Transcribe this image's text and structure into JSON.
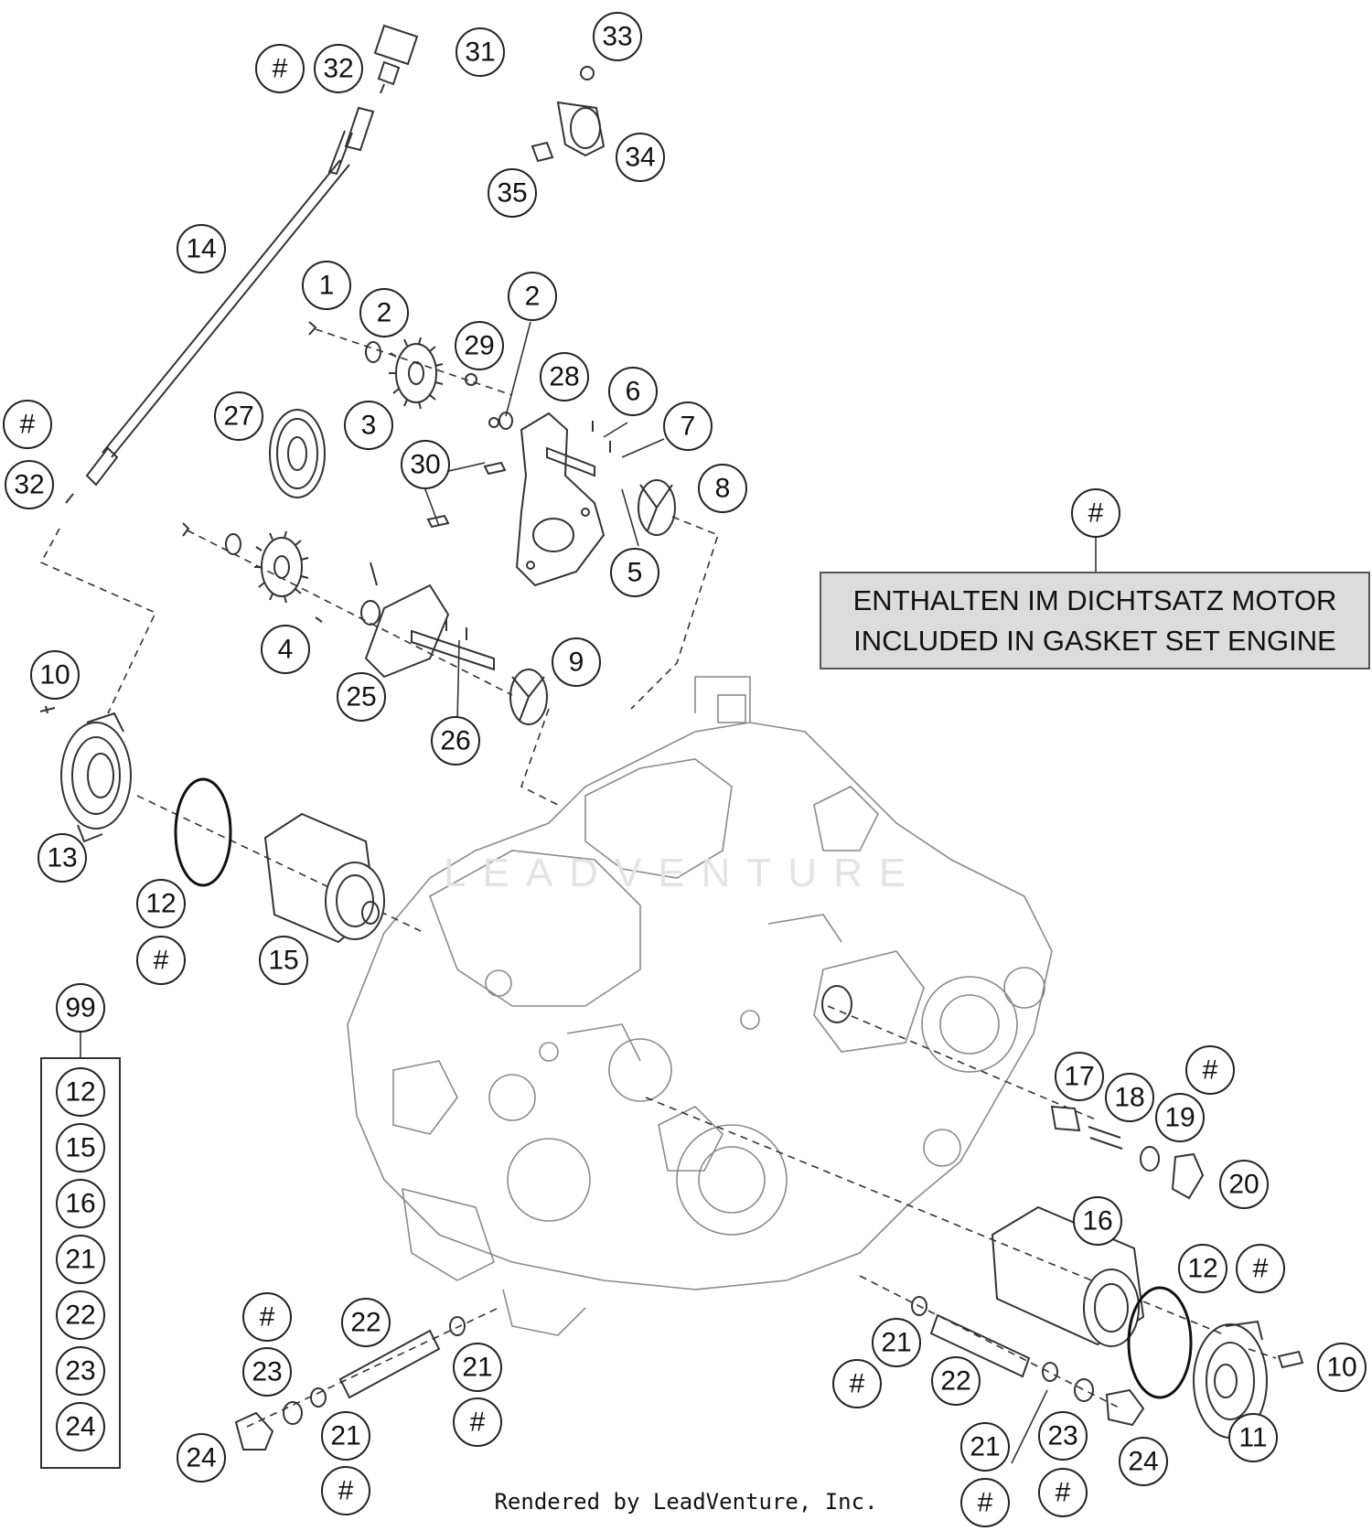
{
  "note": {
    "line1": "ENTHALTEN IM DICHTSATZ MOTOR",
    "line2": "INCLUDED IN GASKET SET ENGINE"
  },
  "watermark": "LEADVENTURE",
  "footer": "Rendered by LeadVenture, Inc.",
  "callouts": [
    {
      "id": "c1",
      "label": "1"
    },
    {
      "id": "c2a",
      "label": "2"
    },
    {
      "id": "c2b",
      "label": "2"
    },
    {
      "id": "c3",
      "label": "3"
    },
    {
      "id": "c4",
      "label": "4"
    },
    {
      "id": "c5",
      "label": "5"
    },
    {
      "id": "c6",
      "label": "6"
    },
    {
      "id": "c7",
      "label": "7"
    },
    {
      "id": "c8",
      "label": "8"
    },
    {
      "id": "c9",
      "label": "9"
    },
    {
      "id": "c10a",
      "label": "10"
    },
    {
      "id": "c10b",
      "label": "10"
    },
    {
      "id": "c11",
      "label": "11"
    },
    {
      "id": "c12a",
      "label": "12"
    },
    {
      "id": "c12b",
      "label": "12"
    },
    {
      "id": "c13",
      "label": "13"
    },
    {
      "id": "c14",
      "label": "14"
    },
    {
      "id": "c15",
      "label": "15"
    },
    {
      "id": "c16",
      "label": "16"
    },
    {
      "id": "c17",
      "label": "17"
    },
    {
      "id": "c18",
      "label": "18"
    },
    {
      "id": "c19",
      "label": "19"
    },
    {
      "id": "c20",
      "label": "20"
    },
    {
      "id": "c21a",
      "label": "21"
    },
    {
      "id": "c21b",
      "label": "21"
    },
    {
      "id": "c21c",
      "label": "21"
    },
    {
      "id": "c21d",
      "label": "21"
    },
    {
      "id": "c22a",
      "label": "22"
    },
    {
      "id": "c22b",
      "label": "22"
    },
    {
      "id": "c23a",
      "label": "23"
    },
    {
      "id": "c23b",
      "label": "23"
    },
    {
      "id": "c24a",
      "label": "24"
    },
    {
      "id": "c24b",
      "label": "24"
    },
    {
      "id": "c25",
      "label": "25"
    },
    {
      "id": "c26",
      "label": "26"
    },
    {
      "id": "c27",
      "label": "27"
    },
    {
      "id": "c28",
      "label": "28"
    },
    {
      "id": "c29",
      "label": "29"
    },
    {
      "id": "c30",
      "label": "30"
    },
    {
      "id": "c31",
      "label": "31"
    },
    {
      "id": "c32a",
      "label": "32"
    },
    {
      "id": "c32b",
      "label": "32"
    },
    {
      "id": "c33",
      "label": "33"
    },
    {
      "id": "c34",
      "label": "34"
    },
    {
      "id": "c35",
      "label": "35"
    },
    {
      "id": "h1",
      "label": "#"
    },
    {
      "id": "h2",
      "label": "#"
    },
    {
      "id": "h3",
      "label": "#"
    },
    {
      "id": "h4",
      "label": "#"
    },
    {
      "id": "h5",
      "label": "#"
    },
    {
      "id": "h6",
      "label": "#"
    },
    {
      "id": "h7",
      "label": "#"
    },
    {
      "id": "h8",
      "label": "#"
    },
    {
      "id": "h9",
      "label": "#"
    },
    {
      "id": "h10",
      "label": "#"
    },
    {
      "id": "h11",
      "label": "#"
    },
    {
      "id": "h12",
      "label": "#"
    },
    {
      "id": "h13",
      "label": "#"
    }
  ],
  "kit": {
    "label": "99",
    "items": [
      "12",
      "15",
      "16",
      "21",
      "22",
      "23",
      "24"
    ]
  }
}
